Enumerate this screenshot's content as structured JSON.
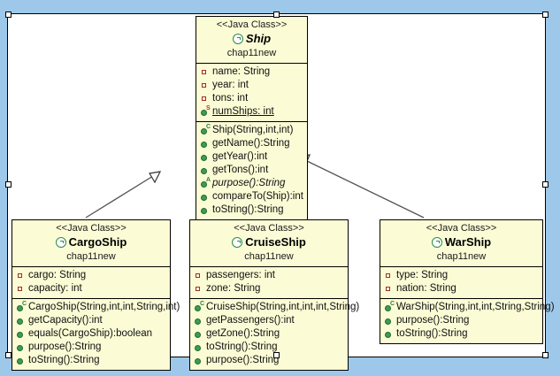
{
  "window": {
    "background_color": "#9dc8e9",
    "canvas_color": "#ffffff",
    "selected": true
  },
  "theme": {
    "class_fill": "#fbfbd5",
    "class_border": "#000000",
    "private_icon_color": "#a12b2b",
    "public_icon_color": "#3f9b52",
    "class_icon_color": "#2e8b4f",
    "link_color": "#555555"
  },
  "diagram": {
    "type": "uml-class-diagram",
    "classes": [
      {
        "id": "ship",
        "stereotype": "<<Java Class>>",
        "name": "Ship",
        "abstract": true,
        "package": "chap11new",
        "icon": "java-class-icon",
        "attributes": [
          {
            "icon": "private-field-icon",
            "text": "name: String",
            "static": false,
            "abstract": false
          },
          {
            "icon": "private-field-icon",
            "text": "year: int",
            "static": false,
            "abstract": false
          },
          {
            "icon": "private-field-icon",
            "text": "tons: int",
            "static": false,
            "abstract": false
          },
          {
            "icon": "public-static-field-icon",
            "text": "numShips: int",
            "static": true,
            "abstract": false,
            "tag": "S"
          }
        ],
        "methods": [
          {
            "icon": "public-constructor-icon",
            "text": "Ship(String,int,int)",
            "tag": "C",
            "abstract": false
          },
          {
            "icon": "public-method-icon",
            "text": "getName():String",
            "abstract": false
          },
          {
            "icon": "public-method-icon",
            "text": "getYear():int",
            "abstract": false
          },
          {
            "icon": "public-method-icon",
            "text": "getTons():int",
            "abstract": false
          },
          {
            "icon": "public-abstract-method-icon",
            "text": "purpose():String",
            "tag": "A",
            "abstract": true
          },
          {
            "icon": "public-method-icon",
            "text": "compareTo(Ship):int",
            "abstract": false
          },
          {
            "icon": "public-method-icon",
            "text": "toString():String",
            "abstract": false
          }
        ]
      },
      {
        "id": "cargoship",
        "stereotype": "<<Java Class>>",
        "name": "CargoShip",
        "abstract": false,
        "package": "chap11new",
        "icon": "java-class-icon",
        "attributes": [
          {
            "icon": "private-field-icon",
            "text": "cargo: String",
            "static": false,
            "abstract": false
          },
          {
            "icon": "private-field-icon",
            "text": "capacity: int",
            "static": false,
            "abstract": false
          }
        ],
        "methods": [
          {
            "icon": "public-constructor-icon",
            "text": "CargoShip(String,int,int,String,int)",
            "tag": "C",
            "abstract": false
          },
          {
            "icon": "public-method-icon",
            "text": "getCapacity():int",
            "abstract": false
          },
          {
            "icon": "public-method-icon",
            "text": "equals(CargoShip):boolean",
            "abstract": false
          },
          {
            "icon": "public-method-icon",
            "text": "purpose():String",
            "abstract": false
          },
          {
            "icon": "public-method-icon",
            "text": "toString():String",
            "abstract": false
          }
        ]
      },
      {
        "id": "cruiseship",
        "stereotype": "<<Java Class>>",
        "name": "CruiseShip",
        "abstract": false,
        "package": "chap11new",
        "icon": "java-class-icon",
        "attributes": [
          {
            "icon": "private-field-icon",
            "text": "passengers: int",
            "static": false,
            "abstract": false
          },
          {
            "icon": "private-field-icon",
            "text": "zone: String",
            "static": false,
            "abstract": false
          }
        ],
        "methods": [
          {
            "icon": "public-constructor-icon",
            "text": "CruiseShip(String,int,int,int,String)",
            "tag": "C",
            "abstract": false
          },
          {
            "icon": "public-method-icon",
            "text": "getPassengers():int",
            "abstract": false
          },
          {
            "icon": "public-method-icon",
            "text": "getZone():String",
            "abstract": false
          },
          {
            "icon": "public-method-icon",
            "text": "toString():String",
            "abstract": false
          },
          {
            "icon": "public-method-icon",
            "text": "purpose():String",
            "abstract": false
          }
        ]
      },
      {
        "id": "warship",
        "stereotype": "<<Java Class>>",
        "name": "WarShip",
        "abstract": false,
        "package": "chap11new",
        "icon": "java-class-icon",
        "attributes": [
          {
            "icon": "private-field-icon",
            "text": "type: String",
            "static": false,
            "abstract": false
          },
          {
            "icon": "private-field-icon",
            "text": "nation: String",
            "static": false,
            "abstract": false
          }
        ],
        "methods": [
          {
            "icon": "public-constructor-icon",
            "text": "WarShip(String,int,int,String,String)",
            "tag": "C",
            "abstract": false
          },
          {
            "icon": "public-method-icon",
            "text": "purpose():String",
            "abstract": false
          },
          {
            "icon": "public-method-icon",
            "text": "toString():String",
            "abstract": false
          }
        ]
      }
    ],
    "relationships": [
      {
        "type": "generalization",
        "from": "cargoship",
        "to": "ship",
        "arrow": "hollow-triangle"
      },
      {
        "type": "generalization",
        "from": "cruiseship",
        "to": "ship",
        "arrow": "hollow-triangle"
      },
      {
        "type": "generalization",
        "from": "warship",
        "to": "ship",
        "arrow": "hollow-triangle"
      }
    ]
  }
}
